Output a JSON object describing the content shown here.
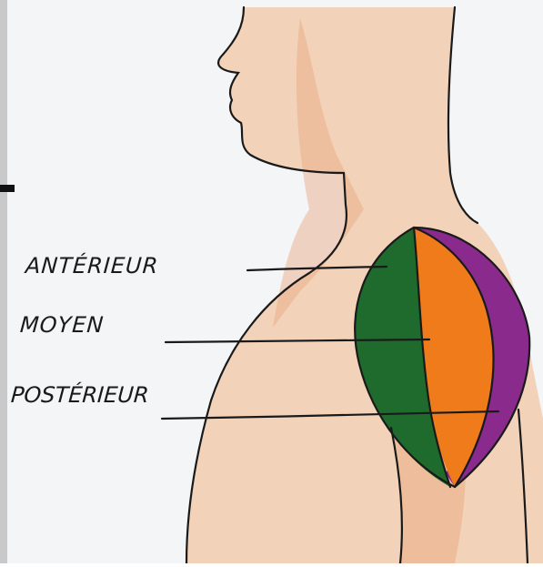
{
  "labels": {
    "anterior": "ANTÉRIEUR",
    "middle": "MOYEN",
    "posterior": "POSTÉRIEUR"
  },
  "colors": {
    "paper": "#f4f5f7",
    "skin": "#f2c7a6",
    "skin_shadow": "#e8a77e",
    "anterior": "#1f6b2d",
    "middle": "#f07b1a",
    "posterior": "#8a2a8c",
    "ink": "#1a1a1a"
  }
}
